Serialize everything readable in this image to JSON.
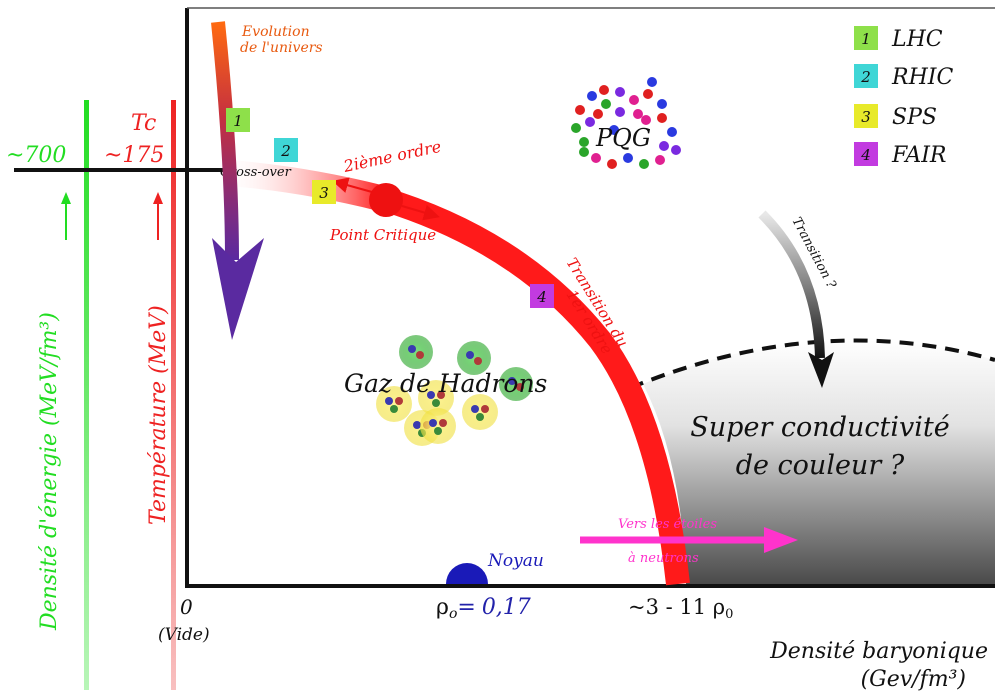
{
  "labels": {
    "evolution_line1": "Evolution",
    "evolution_line2": "de l'univers",
    "crossover": "Cross-over",
    "second_order": "2ième ordre",
    "critical_point": "Point Critique",
    "first_order_line1": "Transition du",
    "first_order_line2": "1er ordre",
    "pqg": "PQG",
    "hadron_gas": "Gaz de Hadrons",
    "supercond_line1": "Super conductivité",
    "supercond_line2": "de couleur ?",
    "transition_q": "Transition ?",
    "stars_line1": "Vers les étoiles",
    "stars_line2": "à neutrons",
    "nucleus": "Noyau"
  },
  "axes": {
    "energy_label": "Densité d'énergie (MeV/fm³)",
    "energy_value": "~700",
    "temp_label": "Température (MeV)",
    "tc_label": "Tc",
    "temp_value": "~175",
    "x_label_line1": "Densité baryonique",
    "x_label_line2": "(Gev/fm³)",
    "origin_zero": "0",
    "origin_vide": "(Vide)",
    "rho0_prefix": "ρ",
    "rho0_sub": "o",
    "rho0_eq": "=",
    "rho0_value": "0,17",
    "range_value": "~3 - 11 ρ",
    "range_sub": "0"
  },
  "legend": [
    {
      "num": "1",
      "name": "LHC",
      "color": "#8ee04a"
    },
    {
      "num": "2",
      "name": "RHIC",
      "color": "#3fd6d6"
    },
    {
      "num": "3",
      "name": "SPS",
      "color": "#e8ea2a"
    },
    {
      "num": "4",
      "name": "FAIR",
      "color": "#c23be0"
    }
  ],
  "markers": [
    {
      "num": "1",
      "color": "#8ee04a"
    },
    {
      "num": "2",
      "color": "#3fd6d6"
    },
    {
      "num": "3",
      "color": "#e8ea2a"
    },
    {
      "num": "4",
      "color": "#c23be0"
    }
  ],
  "colors": {
    "energy_axis": "#22dd22",
    "temp_axis": "#ee2222",
    "phase_line": "#ff1a1a",
    "critical_point": "#ee1111",
    "nucleus": "#1a1ab8",
    "stars_arrow": "#ff33cc",
    "rho_value": "#2222aa",
    "evolution_text": "#e85a10"
  }
}
